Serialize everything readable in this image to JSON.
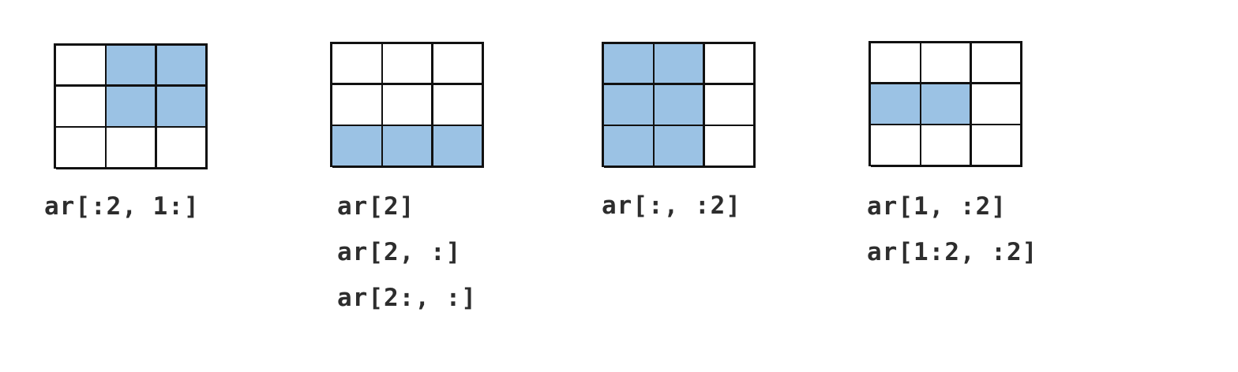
{
  "colors": {
    "highlight": "#9bc2e4",
    "empty": "#ffffff",
    "border": "#111111",
    "text": "#2d2d2d"
  },
  "panels": [
    {
      "highlight": [
        [
          0,
          1,
          1
        ],
        [
          0,
          1,
          1
        ],
        [
          0,
          0,
          0
        ]
      ],
      "labels": [
        "ar[:2, 1:]"
      ]
    },
    {
      "highlight": [
        [
          0,
          0,
          0
        ],
        [
          0,
          0,
          0
        ],
        [
          1,
          1,
          1
        ]
      ],
      "labels": [
        "ar[2]",
        "ar[2, :]",
        "ar[2:, :]"
      ]
    },
    {
      "highlight": [
        [
          1,
          1,
          0
        ],
        [
          1,
          1,
          0
        ],
        [
          1,
          1,
          0
        ]
      ],
      "labels": [
        "ar[:, :2]"
      ]
    },
    {
      "highlight": [
        [
          0,
          0,
          0
        ],
        [
          1,
          1,
          0
        ],
        [
          0,
          0,
          0
        ]
      ],
      "labels": [
        "ar[1, :2]",
        "ar[1:2, :2]"
      ]
    }
  ]
}
